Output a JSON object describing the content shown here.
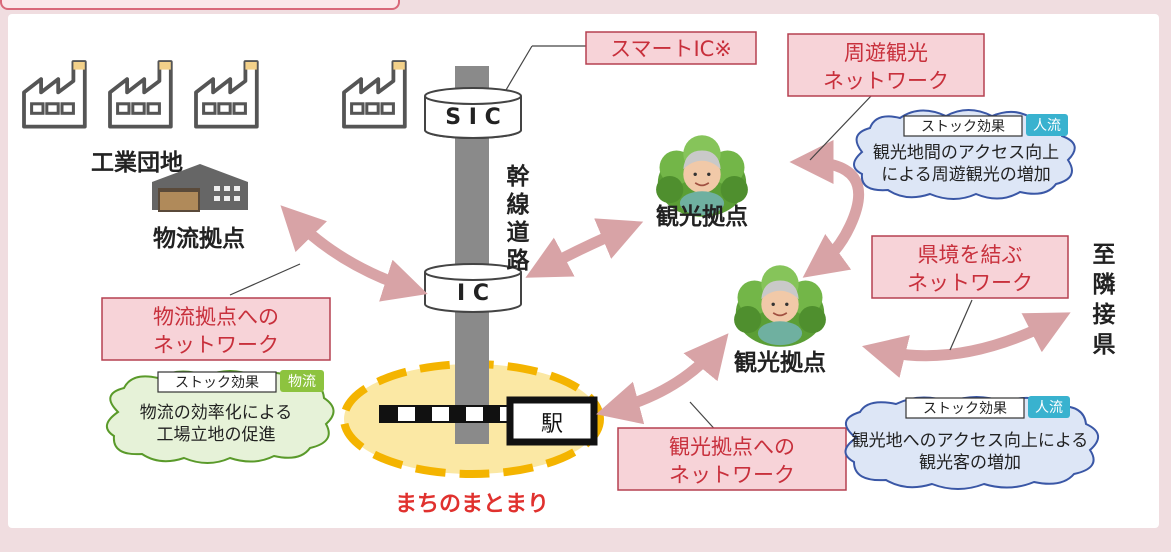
{
  "labels": {
    "industrial_park": "工業団地",
    "logistics_hub": "物流拠点",
    "trunk_road": [
      "幹",
      "線",
      "道",
      "路"
    ],
    "sic": "S I C",
    "ic": "I C",
    "smart_ic": "スマートIC※",
    "tourism_hub_upper": "観光拠点",
    "tourism_hub_lower": "観光拠点",
    "station": "駅",
    "town_center": "まちのまとまり",
    "to_neighbor": [
      "至",
      "隣",
      "接",
      "県"
    ]
  },
  "callouts": {
    "circuit_tourism": [
      "周遊観光",
      "ネットワーク"
    ],
    "logistics_network": [
      "物流拠点への",
      "ネットワーク"
    ],
    "tourism_network": [
      "観光拠点への",
      "ネットワーク"
    ],
    "prefecture_network": [
      "県境を結ぶ",
      "ネットワーク"
    ]
  },
  "effects": [
    {
      "tag": "ストック効果",
      "badge": "人流",
      "lines": [
        "観光地間のアクセス向上",
        "による周遊観光の増加"
      ]
    },
    {
      "tag": "ストック効果",
      "badge": "物流",
      "lines": [
        "物流の効率化による",
        "工場立地の促進"
      ]
    },
    {
      "tag": "ストック効果",
      "badge": "人流",
      "lines": [
        "観光地へのアクセス向上による",
        "観光客の増加"
      ]
    }
  ],
  "colors": {
    "arrow": "#d8a3a6",
    "callout_bg": "#f7d3d8",
    "callout_text": "#c8303c",
    "callout_border": "#b54050",
    "badge_people": "#39b2cf",
    "badge_goods": "#8dc33f",
    "cloud_fill": "#dde6f6",
    "cloud_stroke": "#3a57a6",
    "cloud_goods_fill": "#e6f2d8",
    "cloud_goods_stroke": "#5a9a2a",
    "town_fill": "#fbe8a4",
    "town_dash": "#f4b400",
    "town_label": "#e0312e",
    "road": "#8a8a8a"
  },
  "icons": [
    "factory-icon",
    "warehouse-icon",
    "tourism-spot-icon",
    "station-icon"
  ]
}
